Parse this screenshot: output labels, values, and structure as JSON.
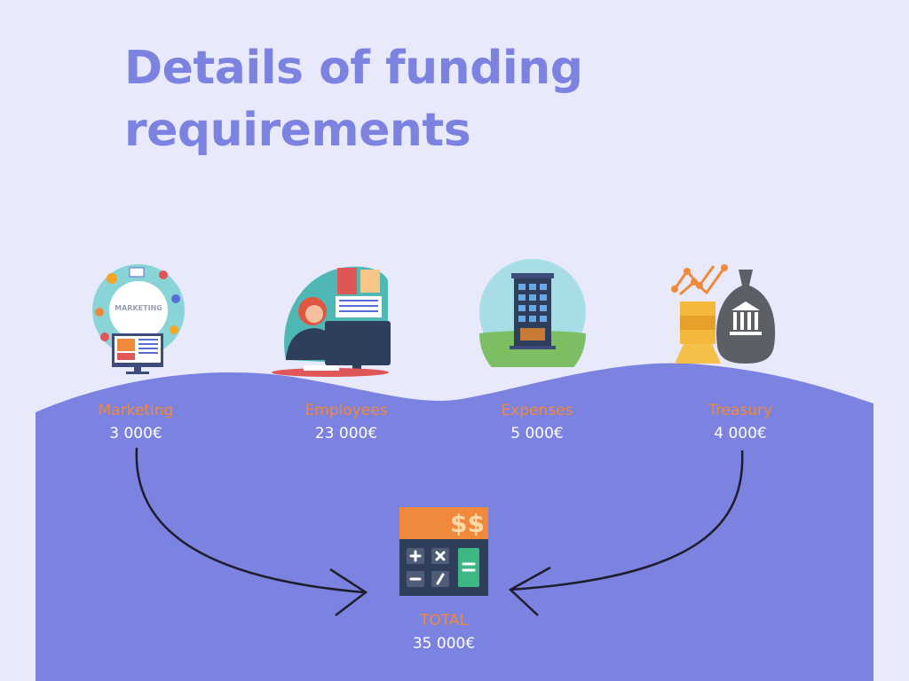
{
  "title": {
    "line1": "Details of funding",
    "line2": "requirements"
  },
  "items": [
    {
      "name": "Marketing",
      "amount": "3 000€",
      "icon": "marketing-ring-icon"
    },
    {
      "name": "Employees",
      "amount": "23 000€",
      "icon": "employee-at-desk-icon"
    },
    {
      "name": "Expenses",
      "amount": "5 000€",
      "icon": "office-building-icon"
    },
    {
      "name": "Treasury",
      "amount": "4 000€",
      "icon": "money-bag-gold-icon"
    }
  ],
  "total": {
    "name": "TOTAL",
    "amount": "35 000€",
    "icon": "calculator-icon",
    "calculator_symbol": "$$"
  },
  "marketing_ring_text": "MARKETING",
  "colors": {
    "background": "#e8e9fb",
    "wave": "#7b82e0",
    "title": "#7b82e0",
    "label": "#f0893b",
    "amount": "#ffffff"
  }
}
